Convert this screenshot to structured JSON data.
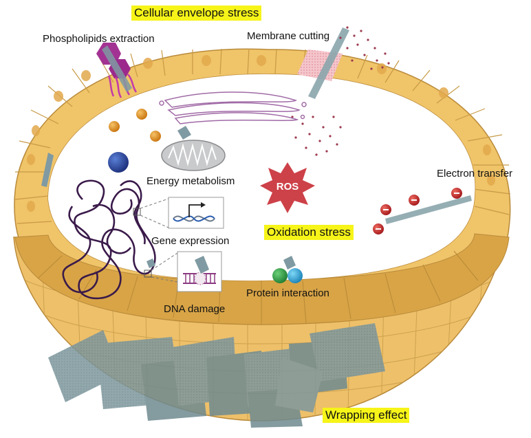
{
  "title": "Cellular envelope stress",
  "labels": {
    "phospholipids": "Phospholipids extraction",
    "membrane_cutting": "Membrane cutting",
    "energy": "Energy metabolism",
    "electron": "Electron transfer",
    "gene": "Gene expression",
    "dna": "DNA damage",
    "protein": "Protein interaction",
    "ros": "ROS"
  },
  "stress_labels": {
    "oxidation": "Oxidation stress",
    "wrapping": "Wrapping effect"
  },
  "colors": {
    "highlight": "#f6f418",
    "cell_wall": "#f0c469",
    "cell_wall_dark": "#d6a23d",
    "nanosheet": "#6f8f98",
    "ros": "#cd4148",
    "electron": "#c9302c",
    "dna": "#3a1a4a"
  },
  "icons": [
    "phospholipid-icon",
    "mitochondria-icon",
    "ros-burst-icon",
    "dna-coil-icon",
    "electron-icon",
    "protein-icon",
    "golgi-icon",
    "nanosheet-icon"
  ]
}
